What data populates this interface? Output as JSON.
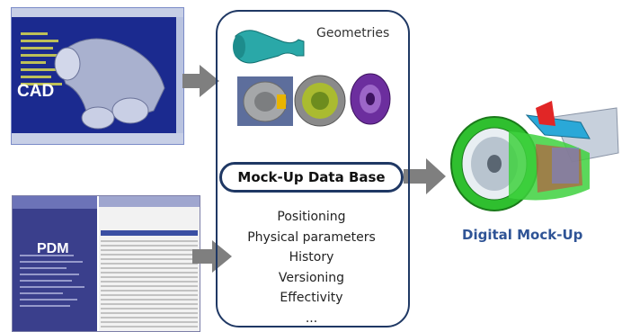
{
  "cad": {
    "label": "CAD"
  },
  "pdm": {
    "label": "PDM"
  },
  "geometries": {
    "label": "Geometries"
  },
  "database": {
    "label": "Mock-Up Data Base"
  },
  "attributes": [
    "Positioning",
    "Physical parameters",
    "History",
    "Versioning",
    "Effectivity",
    "..."
  ],
  "output": {
    "label": "Digital Mock-Up"
  },
  "colors": {
    "box_border": "#1f3864",
    "arrow": "#7f7f7f",
    "dmu_text": "#2f5496",
    "cad_bg": "#1b2a8f",
    "pdm_bg": "#3a3f8c"
  }
}
